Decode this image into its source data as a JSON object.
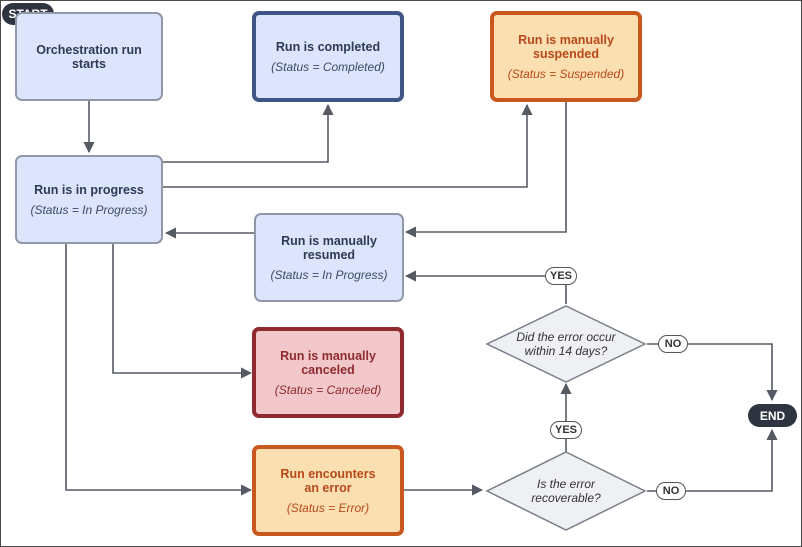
{
  "terminals": {
    "start": "START",
    "end": "END"
  },
  "nodes": {
    "orchestration_starts": {
      "title": "Orchestration run starts"
    },
    "completed": {
      "title": "Run is completed",
      "status": "(Status = Completed)"
    },
    "suspended": {
      "title": "Run is manually suspended",
      "status": "(Status = Suspended)"
    },
    "in_progress": {
      "title": "Run is in progress",
      "status": "(Status = In Progress)"
    },
    "resumed": {
      "title": "Run is manually resumed",
      "status": "(Status = In Progress)"
    },
    "canceled": {
      "title": "Run is manually canceled",
      "status": "(Status = Canceled)"
    },
    "error": {
      "title": "Run encounters an error",
      "status": "(Status = Error)"
    }
  },
  "decisions": {
    "within_14_days": "Did the error occur within 14 days?",
    "recoverable": "Is the error recoverable?"
  },
  "edge_labels": {
    "yes_top": "YES",
    "yes_mid": "YES",
    "no_top": "NO",
    "no_bottom": "NO"
  },
  "colors": {
    "edge": "#555a63",
    "blue_fill": "#dde5fc",
    "completed_border": "#3d5687",
    "orange_fill": "#fcdfb0",
    "orange_border": "#c9581f",
    "red_fill": "#f1c7c9",
    "red_border": "#8e2a30",
    "terminal": "#2e3440",
    "decision_fill": "#eef0f3"
  }
}
